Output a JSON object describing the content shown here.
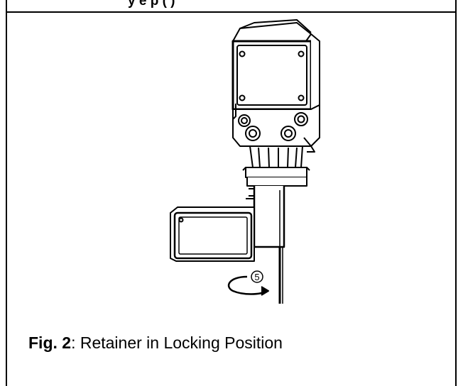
{
  "header": {
    "cut_text": "y  e  p  (  )"
  },
  "figure": {
    "caption_label": "Fig. 2",
    "caption_sep": ": ",
    "caption_text": "Retainer in Locking Position",
    "callout_number": "5"
  }
}
